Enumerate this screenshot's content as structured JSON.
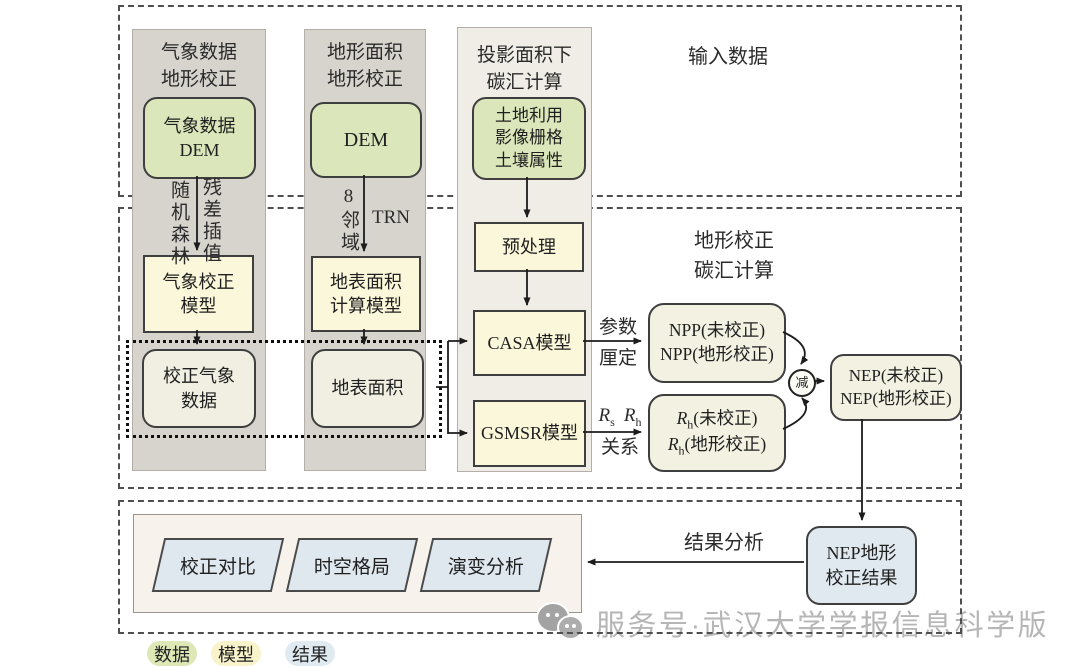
{
  "regions": {
    "input_label": "输入数据",
    "correction_label": "地形校正\n碳汇计算",
    "result_label": "结果分析"
  },
  "columns": {
    "meteo": {
      "title": "气象数据\n地形校正",
      "source_box": "气象数据\nDEM",
      "edge_label_left": "随机森林",
      "edge_label_right": "残差插值",
      "model_box": "气象校正\n模型",
      "output_box": "校正气象\n数据"
    },
    "area": {
      "title": "地形面积\n地形校正",
      "source_box": "DEM",
      "edge_label_left": "8邻域",
      "edge_label_right": "TRN",
      "model_box": "地表面积\n计算模型",
      "output_box": "地表面积"
    },
    "carbon": {
      "title": "投影面积下\n碳汇计算",
      "source_box": "土地利用\n影像栅格\n土壤属性",
      "preprocess_box": "预处理",
      "casa_box": "CASA模型",
      "gsmsr_box": "GSMSR模型"
    }
  },
  "flow": {
    "casa_edge_label": "参数\n厘定",
    "gsmsr_edge": {
      "r": "R",
      "sub_s": "s",
      "sub_h": "h",
      "relation": "关系"
    },
    "npp_box": "NPP(未校正)\nNPP(地形校正)",
    "rh_box": {
      "r": "R",
      "sub": "h",
      "line1": "(未校正)",
      "line2": "(地形校正)"
    },
    "subtract_circle": "减",
    "nep_box": "NEP(未校正)\nNEP(地形校正)",
    "nep_result_box": "NEP地形\n校正结果"
  },
  "result_panel": {
    "items": [
      {
        "label": "校正对比"
      },
      {
        "label": "时空格局"
      },
      {
        "label": "演变分析"
      }
    ]
  },
  "legend": {
    "data": "数据",
    "model": "模型",
    "result": "结果"
  },
  "watermark": "服务号·武汉大学学报信息科学版",
  "colors": {
    "data_fill": "#dbe7ba",
    "model_fill": "#fbf7da",
    "result_fill": "#dfe9ef",
    "light_fill": "#f1efe2",
    "stage_fill": "#f3f1e2",
    "column_fill": "#d7d3cd",
    "carbon_column_fill": "#f0ece6"
  }
}
